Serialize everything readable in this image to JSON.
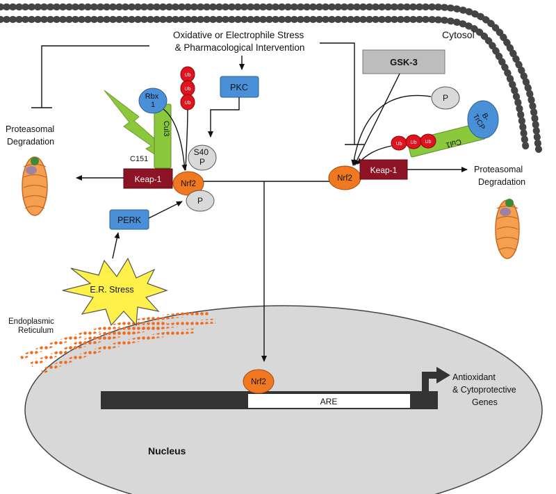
{
  "labels": {
    "stress": [
      "Oxidative or Electrophile Stress",
      "& Pharmacological Intervention"
    ],
    "cytosol": "Cytosol",
    "gsk3": "GSK-3",
    "pkc": "PKC",
    "perk": "PERK",
    "rbx": [
      "Rbx",
      "1"
    ],
    "cul3": "Cul3",
    "cul1": "Cul1",
    "btrcp": [
      "B-",
      "TrCP"
    ],
    "c151": "C151",
    "keap1": "Keap-1",
    "nrf2": "Nrf2",
    "s40": "S40",
    "p": "P",
    "ub": "Ub",
    "proteasomal_left": [
      "Proteasomal",
      "Degradation"
    ],
    "proteasomal_right": [
      "Proteasomal",
      "Degradation"
    ],
    "er_stress": "E.R. Stress",
    "endoplasmic": [
      "Endoplasmic",
      "Reticulum"
    ],
    "are": "ARE",
    "genes": [
      "Antioxidant",
      "& Cytoprotective",
      "Genes"
    ],
    "nucleus": "Nucleus"
  },
  "colors": {
    "blue": "#4a90d9",
    "orange": "#f07820",
    "maroon": "#8c1424",
    "green": "#8cc83c",
    "ub_red": "#e0141e",
    "grey_box": "#bdbdbd",
    "nucleus_fill": "#d8d8d8",
    "er_orange": "#f26a1b",
    "star_yellow": "#fff04a"
  }
}
